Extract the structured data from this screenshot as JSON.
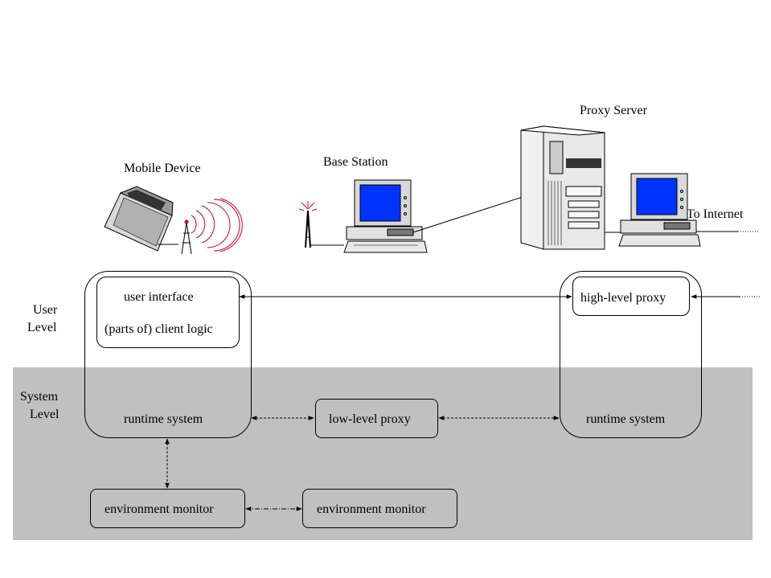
{
  "devices": {
    "mobile": "Mobile Device",
    "base": "Base Station",
    "proxy": "Proxy Server",
    "internet": "To Internet"
  },
  "levels": {
    "user_1": "User",
    "user_2": "Level",
    "system_1": "System",
    "system_2": "Level"
  },
  "client": {
    "ui": "user interface",
    "logic": "(parts of) client logic",
    "runtime": "runtime system",
    "env_monitor": "environment monitor"
  },
  "middle": {
    "low_proxy": "low-level proxy",
    "env_monitor": "environment monitor"
  },
  "server": {
    "high_proxy": "high-level proxy",
    "runtime": "runtime system"
  },
  "colors": {
    "system_band": "#c0c0c0",
    "screen": "#0033ff",
    "signal": "#cc0033"
  }
}
